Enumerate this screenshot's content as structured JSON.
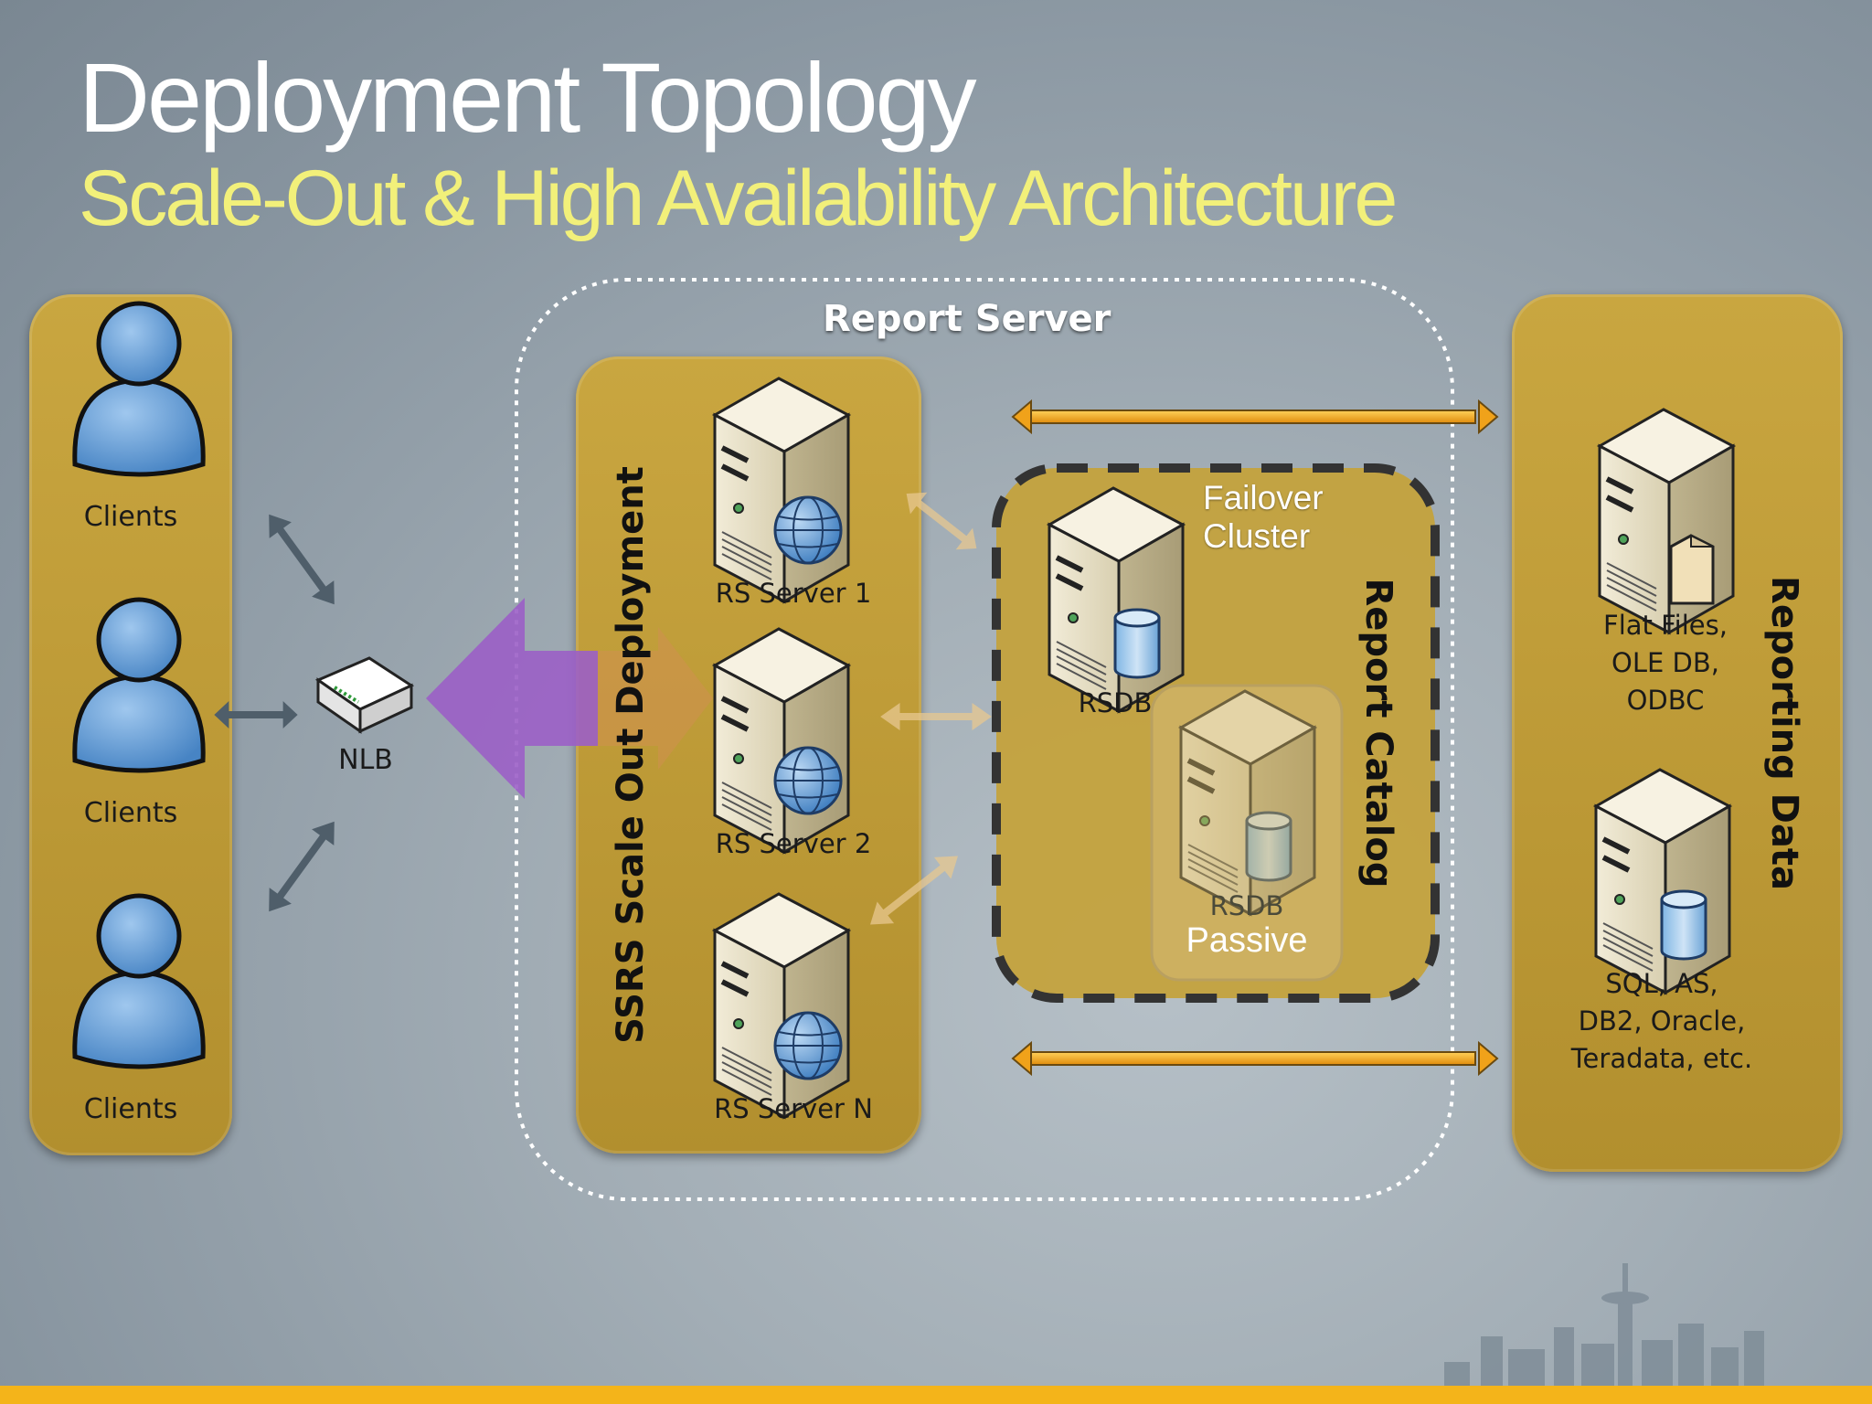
{
  "title": "Deployment Topology",
  "subtitle": "Scale-Out & High Availability Architecture",
  "clients": {
    "labels": [
      "Clients",
      "Clients",
      "Clients"
    ],
    "icon": "user-icon"
  },
  "nlb": {
    "label": "NLB",
    "icon": "network-switch-icon"
  },
  "report_server": {
    "label": "Report Server",
    "scale_out_label": "SSRS Scale Out Deployment",
    "servers": [
      "RS Server 1",
      "RS Server 2",
      "RS Server N"
    ],
    "server_icon": "web-server-icon"
  },
  "report_catalog": {
    "label": "Report  Catalog",
    "failover_label_line1": "Failover",
    "failover_label_line2": "Cluster",
    "active_db_label": "RSDB",
    "passive_db_label": "RSDB",
    "passive_label": "Passive",
    "db_icon": "database-server-icon"
  },
  "reporting_data": {
    "label": "Reporting Data",
    "sources": [
      {
        "lines": [
          "Flat Files,",
          "OLE DB,",
          "ODBC"
        ],
        "icon": "file-server-icon"
      },
      {
        "lines": [
          "SQL, AS,",
          "DB2, Oracle,",
          "Teradata, etc."
        ],
        "icon": "database-server-icon"
      }
    ]
  },
  "colors": {
    "panel_gold": "#c4a23a",
    "title_white": "#ffffff",
    "subtitle_yellow": "#f2f07a",
    "arrow_orange": "#f0a21a",
    "arrow_purple": "#9b5fc7",
    "user_blue": "#5a9ad6",
    "bottom_bar": "#f4b41a"
  }
}
